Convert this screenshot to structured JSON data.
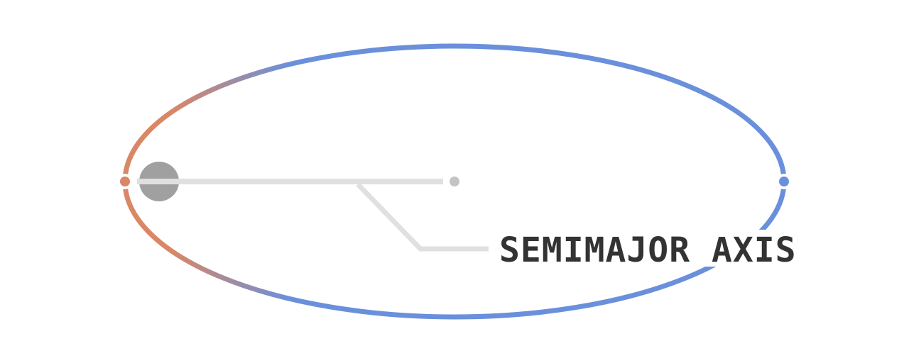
{
  "label": {
    "text": "SEMIMAJOR AXIS"
  },
  "icons": {
    "orbit": "elliptical-orbit",
    "central_body": "planet-circle",
    "periapsis": "periapsis-dot",
    "apoapsis": "apoapsis-dot",
    "center": "orbit-center-dot"
  },
  "colors": {
    "orbit_far": "#6a90dc",
    "orbit_near": "#d98766",
    "central_body": "#a0a0a0",
    "axis_line": "#e0e0e0",
    "center_dot": "#c4c4c4",
    "label_text": "#333333",
    "background": "#ffffff"
  }
}
